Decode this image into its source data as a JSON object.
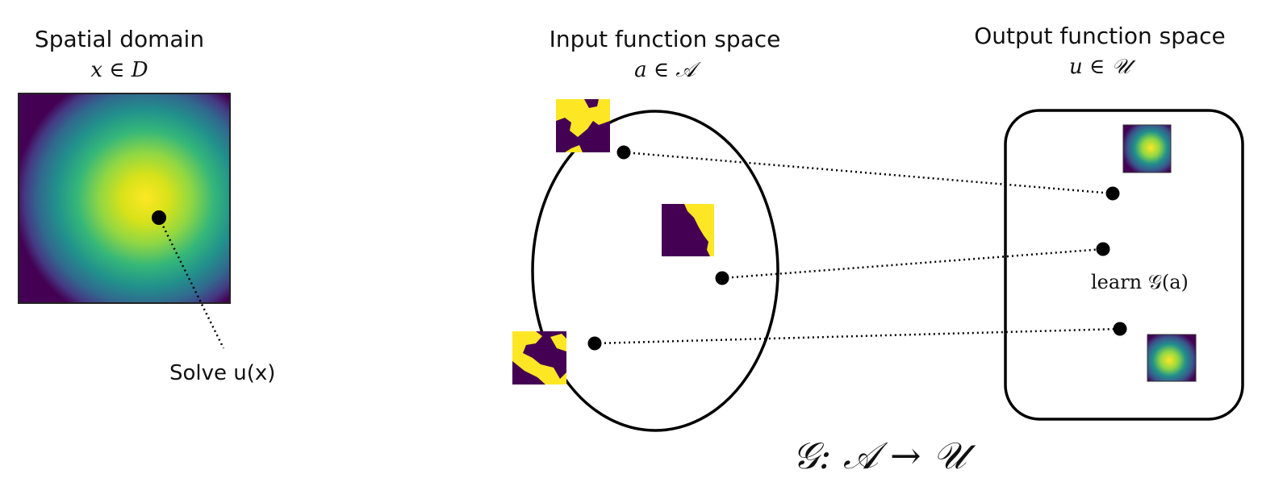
{
  "spatial": {
    "title": "Spatial domain",
    "math": "x ∈ D",
    "solve_label": "Solve u(x)"
  },
  "input": {
    "title": "Input function space",
    "math": "a ∈ 𝒜"
  },
  "output": {
    "title": "Output function space",
    "math": "u  ∈ 𝒰",
    "learn_label": "learn 𝒢(a)"
  },
  "operator": "𝒢: 𝒜 → 𝒰",
  "colors": {
    "viridis_dark": "#440154",
    "viridis_mid": "#21918c",
    "viridis_light": "#fde725",
    "line": "#000000"
  }
}
